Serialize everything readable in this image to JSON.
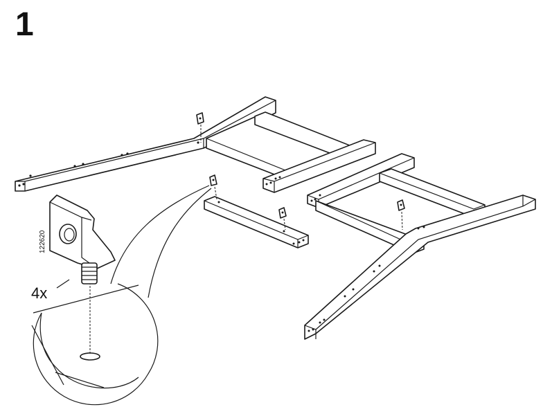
{
  "step": {
    "number": "1"
  },
  "callout": {
    "quantity": "4x",
    "part_number": "122620"
  }
}
